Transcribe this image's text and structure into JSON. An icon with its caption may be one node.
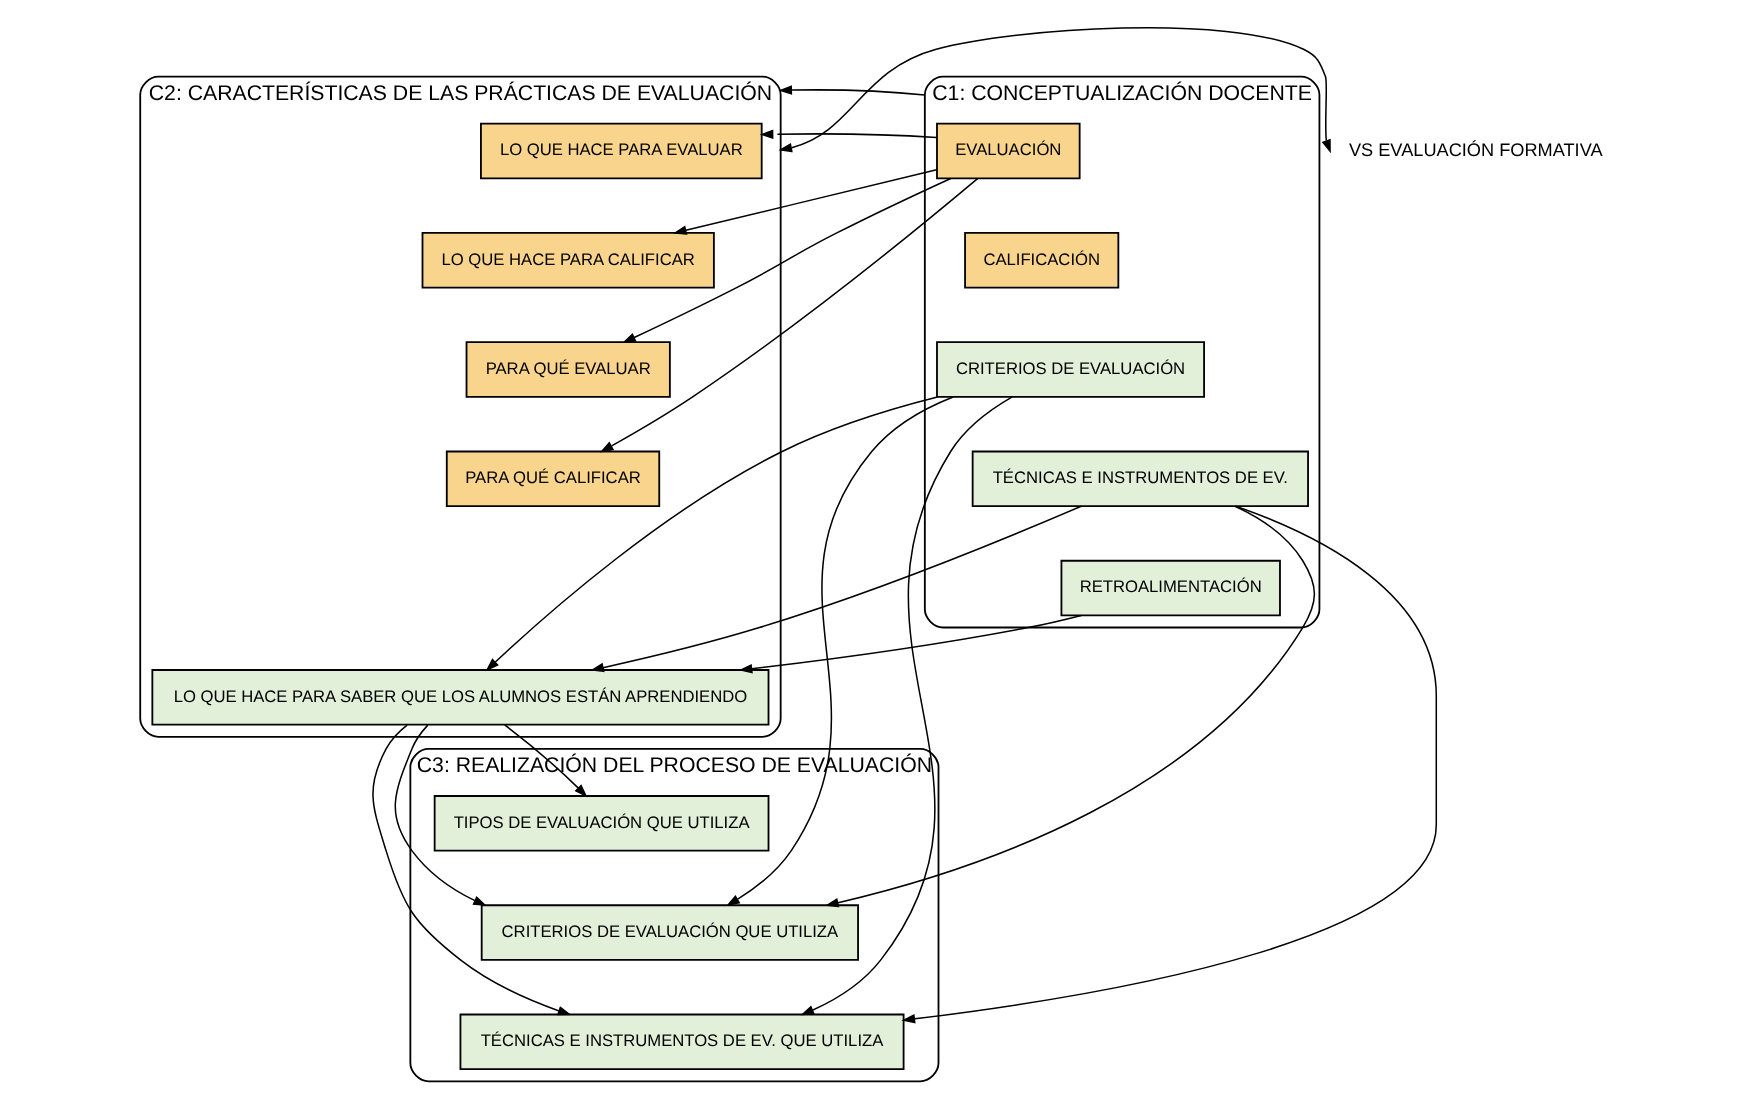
{
  "diagram": {
    "nodes": [
      {
        "text": [
          "C1: CONCEPTUALIZACIÓN DOCENTE"
        ]
      },
      {
        "text": [
          "EVALUACIÓN"
        ],
        "in": 0
      },
      {
        "text": [
          "CALIFICACIÓN"
        ],
        "in": 0
      },
      {
        "text": [
          "CRITERIOS DE EVALUACIÓN"
        ],
        "in": 0
      },
      {
        "text": [
          "TÉCNICAS E INSTRUMENTOS DE EV."
        ],
        "in": 0
      },
      {
        "text": [
          "RETROALIMENTACIÓN"
        ],
        "in": 0
      },
      {
        "text": [
          "C2: CARACTERÍSTICAS DE LAS PRÁCTICAS DE EVALUACIÓN"
        ]
      },
      {
        "text": [
          "LO QUE HACE PARA EVALUAR"
        ],
        "in": 6
      },
      {
        "text": [
          "LO QUE HACE PARA CALIFICAR"
        ],
        "in": 6
      },
      {
        "text": [
          "PARA QUÉ EVALUAR"
        ],
        "in": 6
      },
      {
        "text": [
          "PARA QUÉ CALIFICAR"
        ],
        "in": 6
      },
      {
        "text": [
          "LO QUE HACE PARA SABER QUE LOS ALUMNOS ESTÁN APRENDIENDO"
        ],
        "in": 6
      },
      {
        "text": [
          "C3: REALIZACIÓN DEL PROCESO DE EVALUACIÓN"
        ]
      },
      {
        "text": [
          "TIPOS DE EVALUACIÓN QUE UTILIZA"
        ],
        "in": 12
      },
      {
        "text": [
          "CRITERIOS DE EVALUACIÓN QUE UTILIZA"
        ],
        "in": 12
      },
      {
        "text": [
          "TÉCNICAS E INSTRUMENTOS DE EV. QUE UTILIZA"
        ],
        "in": 12
      },
      {
        "text": [
          "VS EVALUACIÓN FORMATIVA"
        ]
      }
    ],
    "edges": [
      {
        "from": 1,
        "to": 7,
        "arrow": "to"
      },
      {
        "from": 1,
        "to": 8,
        "arrow": "to"
      },
      {
        "from": 1,
        "to": 9,
        "arrow": "to"
      },
      {
        "from": 1,
        "to": 10,
        "arrow": "to"
      },
      {
        "from": 3,
        "to": 11,
        "arrow": "to"
      },
      {
        "from": 4,
        "to": 11,
        "arrow": "to"
      },
      {
        "from": 5,
        "to": 11,
        "arrow": "to"
      },
      {
        "from": 0,
        "to": 6,
        "arrow": "to"
      },
      {
        "from": 6,
        "to": 16,
        "arrow": "both"
      },
      {
        "from": 3,
        "to": 14,
        "arrow": "to"
      },
      {
        "from": 3,
        "to": 15,
        "arrow": "to"
      },
      {
        "from": 4,
        "to": 14,
        "arrow": "to"
      },
      {
        "from": 4,
        "to": 15,
        "arrow": "to"
      },
      {
        "from": 11,
        "to": 13,
        "arrow": "to"
      },
      {
        "from": 11,
        "to": 14,
        "arrow": "to"
      },
      {
        "from": 11,
        "to": 15,
        "arrow": "to"
      }
    ]
  }
}
